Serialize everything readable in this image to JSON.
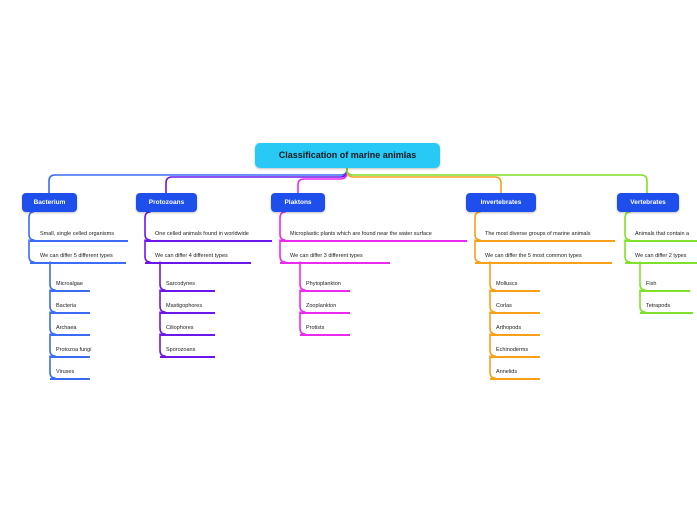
{
  "root": {
    "label": "Classification of marine animlas",
    "bg_color": "#29C9F6"
  },
  "branches": [
    {
      "label": "Bacterium",
      "node_color": "#1E4EEB",
      "line_color": "#3A6CF4",
      "facts": [
        "Small, single celled organisms",
        "We can differ 5 different types"
      ],
      "children": [
        "Microalgae",
        "Bacteria",
        "Archaea",
        "Protozoa fungi",
        "Viruses"
      ]
    },
    {
      "label": "Protozoans",
      "node_color": "#1E4EEB",
      "line_color": "#6D16EC",
      "facts": [
        "One celled animals found in worldwide",
        "We can differ 4 different types"
      ],
      "children": [
        "Sarcodynes",
        "Mastigophores",
        "Ciliophores",
        "Sporozoans"
      ]
    },
    {
      "label": "Plaktons",
      "node_color": "#1E4EEB",
      "line_color": "#EA2BEE",
      "facts": [
        "Microplastic plants which are found near the water surface",
        "We can differ 3 different types"
      ],
      "children": [
        "Phytoplankton",
        "Zooplankton",
        "Protists"
      ]
    },
    {
      "label": "Invertebrates",
      "node_color": "#1E4EEB",
      "line_color": "#F9A01B",
      "facts": [
        "The most diverse groups of marine animals",
        "We can differ the 5 most common types"
      ],
      "children": [
        "Molluscs",
        "Corlas",
        "Arthopods",
        "Echinoderms",
        "Annelids"
      ]
    },
    {
      "label": "Vertebrates",
      "node_color": "#1E4EEB",
      "line_color": "#7EE12B",
      "facts": [
        "Animals that contain a",
        "We can differ 2 types"
      ],
      "children": [
        "Fish",
        "Tetrapods"
      ]
    }
  ]
}
